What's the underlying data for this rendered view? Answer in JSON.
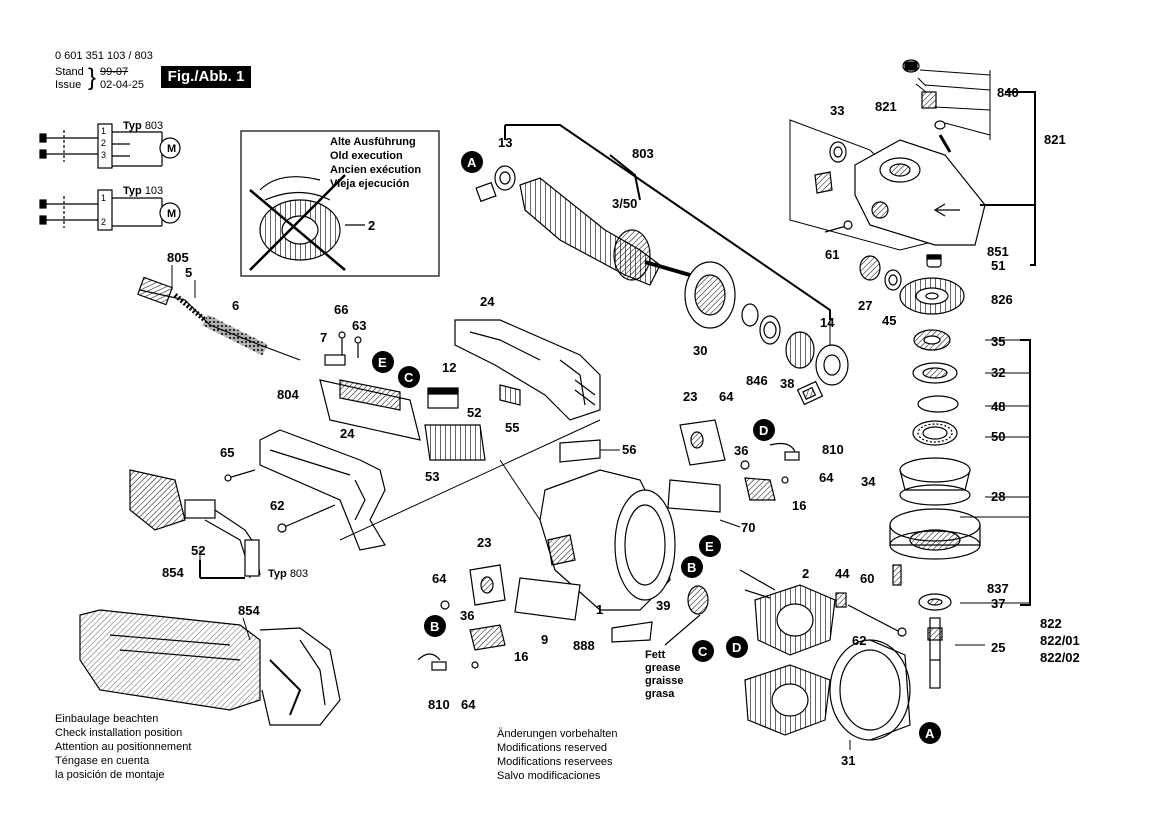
{
  "header": {
    "doc_number": "0 601 351 103 / 803",
    "stand_label": "Stand",
    "issue_label": "Issue",
    "stand_value": "99-07",
    "issue_value": "02-04-25",
    "figure_label": "Fig./Abb. 1"
  },
  "wiring": [
    {
      "typ_label": "Typ",
      "typ_value": "803",
      "terminals": [
        "1",
        "2",
        "3"
      ],
      "motor": "M"
    },
    {
      "typ_label": "Typ",
      "typ_value": "103",
      "terminals": [
        "1",
        "2"
      ],
      "motor": "M"
    }
  ],
  "old_execution": {
    "lines": [
      "Alte Ausführung",
      "Old execution",
      "Ancien exécution",
      "Vieja ejecución"
    ],
    "part": "2"
  },
  "install_note": [
    "Einbaulage beachten",
    "Check installation position",
    "Attention au positionnement",
    "Téngase en cuenta",
    "la posición de montaje"
  ],
  "modifications_note": [
    "Änderungen vorbehalten",
    "Modifications reserved",
    "Modifications reservees",
    "Salvo modificaciones"
  ],
  "grease_note": [
    "Fett",
    "grease",
    "graisse",
    "grasa"
  ],
  "typ_854": {
    "label": "Typ",
    "value": "803"
  },
  "callouts": [
    "A",
    "B",
    "C",
    "D",
    "E"
  ],
  "parts": {
    "p803": "803",
    "p13": "13",
    "p3_50": "3/50",
    "p805": "805",
    "p5": "5",
    "p6": "6",
    "p66": "66",
    "p63": "63",
    "p7": "7",
    "p24a": "24",
    "p12": "12",
    "p804": "804",
    "p52a": "52",
    "p55": "55",
    "p53": "53",
    "p65": "65",
    "p24b": "24",
    "p62a": "62",
    "p52b": "52",
    "p854a": "854",
    "p854b": "854",
    "p30": "30",
    "p846": "846",
    "p38": "38",
    "p14": "14",
    "p23a": "23",
    "p64a": "64",
    "p56": "56",
    "p36a": "36",
    "p810a": "810",
    "p64b": "64",
    "p16a": "16",
    "p70": "70",
    "p23b": "23",
    "p64c": "64",
    "p36b": "36",
    "p16b": "16",
    "p810b": "810",
    "p64d": "64",
    "p9": "9",
    "p1": "1",
    "p888": "888",
    "p39": "39",
    "p2": "2",
    "p44": "44",
    "p62b": "62",
    "p31": "31",
    "p33": "33",
    "p821a": "821",
    "p840": "840",
    "p821b": "821",
    "p61": "61",
    "p851": "851",
    "p51": "51",
    "p27": "27",
    "p45": "45",
    "p826": "826",
    "p35": "35",
    "p32": "32",
    "p48": "48",
    "p50": "50",
    "p34": "34",
    "p28": "28",
    "p60": "60",
    "p837": "837",
    "p37": "37",
    "p25": "25",
    "p822": "822",
    "p822_01": "822/01",
    "p822_02": "822/02"
  }
}
